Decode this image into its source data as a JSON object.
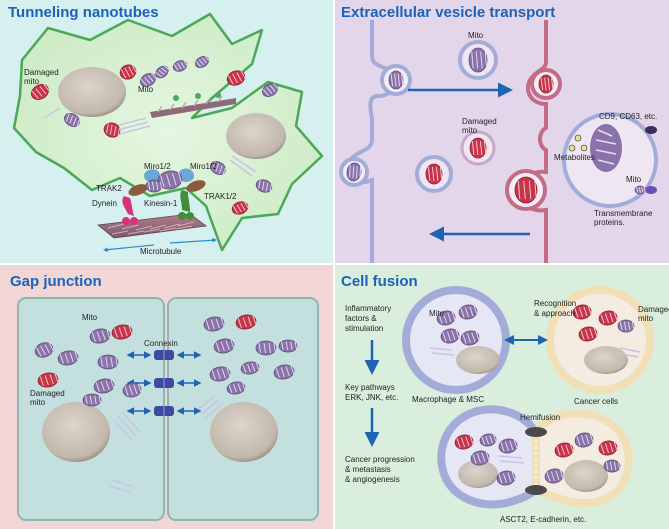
{
  "panels": {
    "tnt": {
      "title": "Tunneling nanotubes",
      "damaged_mito": [
        "Damaged",
        "mito"
      ],
      "mito": "Mito",
      "miro_a": "Miro1/2",
      "miro_b": "Miro1/2",
      "trak2": "TRAK2",
      "trak12": "TRAK1/2",
      "dynein": "Dynein",
      "kinesin": "Kinesin-1",
      "microtubule": "Microtubule"
    },
    "ev": {
      "title": "Extracellular vesicle transport",
      "mito": "Mito",
      "damaged_mito": [
        "Damaged",
        "mito"
      ],
      "markers": "CD9, CD63, etc.",
      "metabolites": "Metabolites",
      "mito_in_ev": "Mito",
      "transmembrane": [
        "Transmembrane",
        "proteins."
      ]
    },
    "gap": {
      "title": "Gap junction",
      "mito": "Mito",
      "connexin": "Connexin",
      "damaged_mito": [
        "Damaged",
        "mito"
      ]
    },
    "fusion": {
      "title": "Cell fusion",
      "inflammatory": [
        "Inflammatory",
        "factors &",
        "stimulation"
      ],
      "pathways": [
        "Key pathways",
        "ERK, JNK, etc."
      ],
      "progression": [
        "Cancer progression",
        "& metastasis",
        "& angiogenesis"
      ],
      "recognition": [
        "Recognition",
        "& approach"
      ],
      "mito": "Mito",
      "macrophage": "Macrophage & MSC",
      "damaged_mito": [
        "Damaged",
        "mito"
      ],
      "cancer_cells": "Cancer cells",
      "hemifusion": "Hemifusion",
      "asct2": "ASCT2, E-cadherin, etc."
    }
  },
  "colors": {
    "tnt_bg": "#d6efef",
    "ev_bg": "#e3d6ea",
    "gap_bg": "#f2d6d6",
    "fusion_bg": "#d9eedd",
    "title": "#1a63b8",
    "arrow": "#1f63b3",
    "mito_healthy": "#8a73a8",
    "mito_damaged": "#c8344a",
    "nucleus": "#c9bfb5",
    "cell_green": "#d9f0d3",
    "membrane_green": "#4aa858",
    "ev_membrane": "#c46b86",
    "connexin": "#3c4aa0"
  }
}
